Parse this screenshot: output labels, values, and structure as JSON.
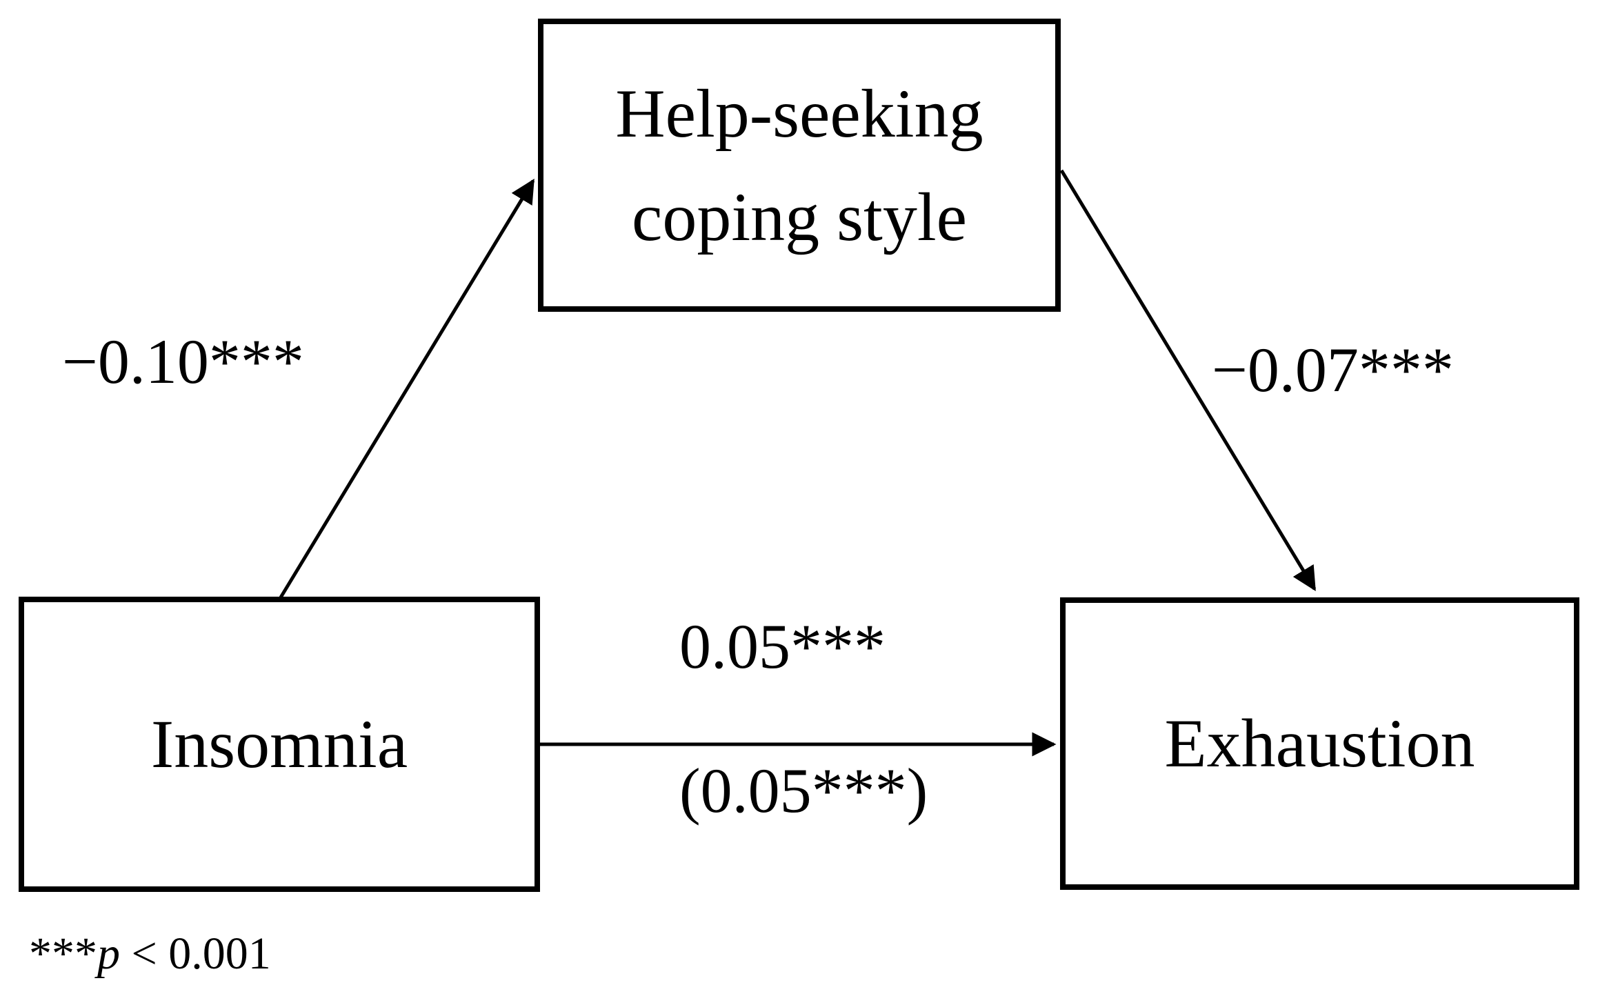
{
  "figure": {
    "type": "mediation-path-diagram",
    "background_color": "#ffffff",
    "line_color": "#000000"
  },
  "nodes": {
    "mediator": {
      "label_line1": "Help-seeking",
      "label_line2": "coping style"
    },
    "predictor": {
      "label": "Insomnia"
    },
    "outcome": {
      "label": "Exhaustion"
    }
  },
  "paths": {
    "a": {
      "from": "Insomnia",
      "to": "Help-seeking coping style",
      "label": "−0.10***"
    },
    "b": {
      "from": "Help-seeking coping style",
      "to": "Exhaustion",
      "label": "−0.07***"
    },
    "c": {
      "from": "Insomnia",
      "to": "Exhaustion",
      "label": "0.05***"
    },
    "c_prime": {
      "from": "Insomnia",
      "to": "Exhaustion",
      "label": "(0.05***)"
    }
  },
  "footnote": {
    "stars": "***",
    "variable": "p",
    "rest": " < 0.001"
  }
}
